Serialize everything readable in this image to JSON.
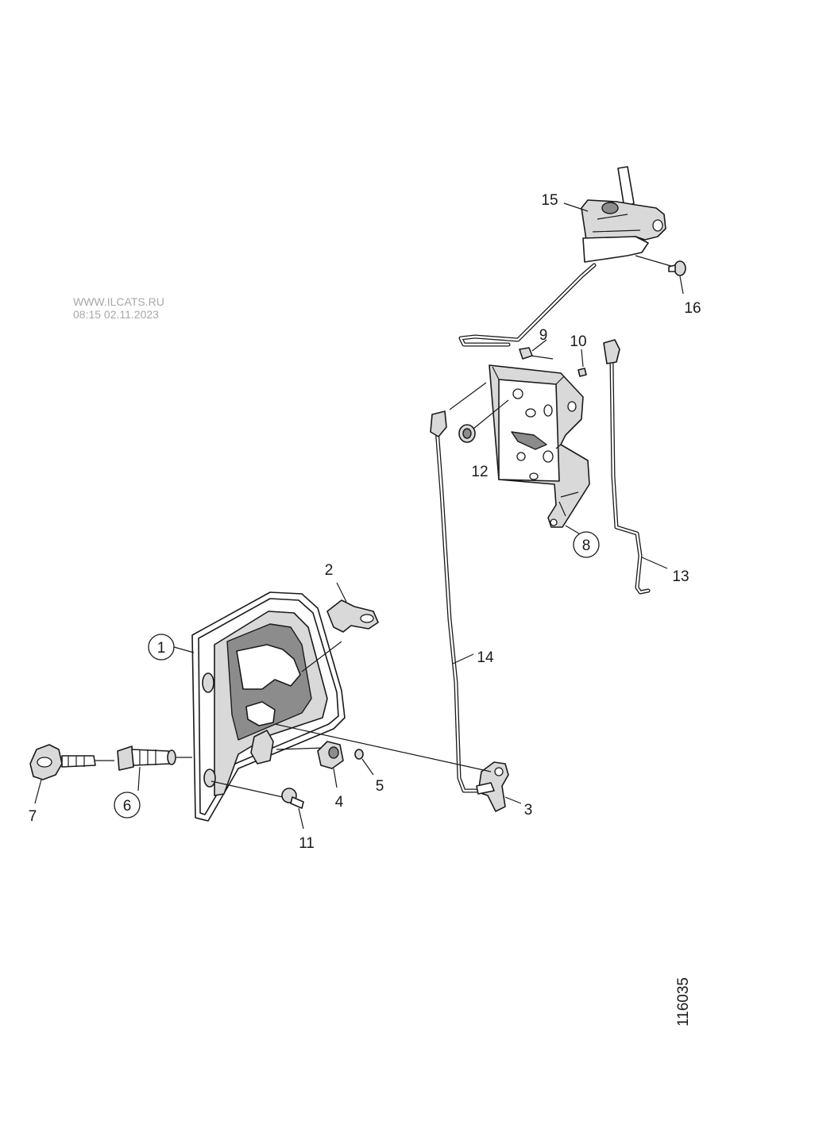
{
  "watermark": {
    "site": "WWW.ILCATS.RU",
    "timestamp": "08:15 02.11.2023"
  },
  "diagram_id": "116035",
  "callouts": [
    {
      "id": "1",
      "circled": true
    },
    {
      "id": "2",
      "circled": false
    },
    {
      "id": "3",
      "circled": false
    },
    {
      "id": "4",
      "circled": false
    },
    {
      "id": "5",
      "circled": false
    },
    {
      "id": "6",
      "circled": true
    },
    {
      "id": "7",
      "circled": false
    },
    {
      "id": "8",
      "circled": true
    },
    {
      "id": "9",
      "circled": false
    },
    {
      "id": "10",
      "circled": false
    },
    {
      "id": "11",
      "circled": false
    },
    {
      "id": "12",
      "circled": false
    },
    {
      "id": "13",
      "circled": false
    },
    {
      "id": "14",
      "circled": false
    },
    {
      "id": "15",
      "circled": false
    },
    {
      "id": "16",
      "circled": false
    }
  ]
}
